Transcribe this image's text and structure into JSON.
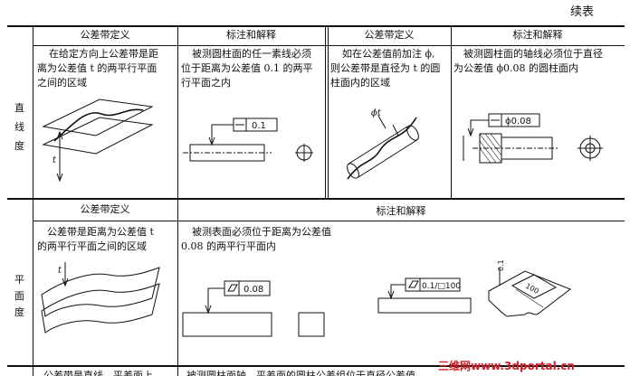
{
  "continued_label": "续表",
  "straightness": {
    "row_label": "直线度",
    "header_def_1": "公差带定义",
    "header_ann_1": "标注和解释",
    "header_def_2": "公差带定义",
    "header_ann_2": "标注和解释",
    "def_1": [
      "在给定方向上公差带是距",
      "离为公差值 t 的两平行平面",
      "之间的区域"
    ],
    "ann_1": [
      "被测圆柱面的任一素线必须",
      "位于距离为公差值 0.1 的两平",
      "行平面之内"
    ],
    "def_2": [
      "如在公差值前加注 ϕ,",
      "则公差带是直径为 t 的圆",
      "柱面内的区域"
    ],
    "ann_2": [
      "被测圆柱面的轴线必须位于直径",
      "为公差值 ϕ0.08 的圆柱面内"
    ],
    "frame_1_value": "0.1",
    "frame_2_value": "ϕ0.08",
    "label_t": "t",
    "label_phi_t": "ϕt"
  },
  "flatness": {
    "row_label": "平面度",
    "header_def": "公差带定义",
    "header_ann": "标注和解释",
    "def": [
      "公差带是距离为公差值 t",
      "的两平行平面之间的区域"
    ],
    "ann": [
      "被测表面必须位于距离为公差值",
      "0.08 的两平行平面内"
    ],
    "frame_1_value": "0.08",
    "frame_2_value": "0.1/□100",
    "label_t": "t",
    "label_iso_value": "0.1",
    "label_iso_box": "100",
    "cut_def": "公差带是直线，平差面上",
    "cut_ann": "被测圆柱面轴，平差面的圆柱公差组位于直径公差值"
  },
  "watermark": "三维网www.3dportal.cn"
}
